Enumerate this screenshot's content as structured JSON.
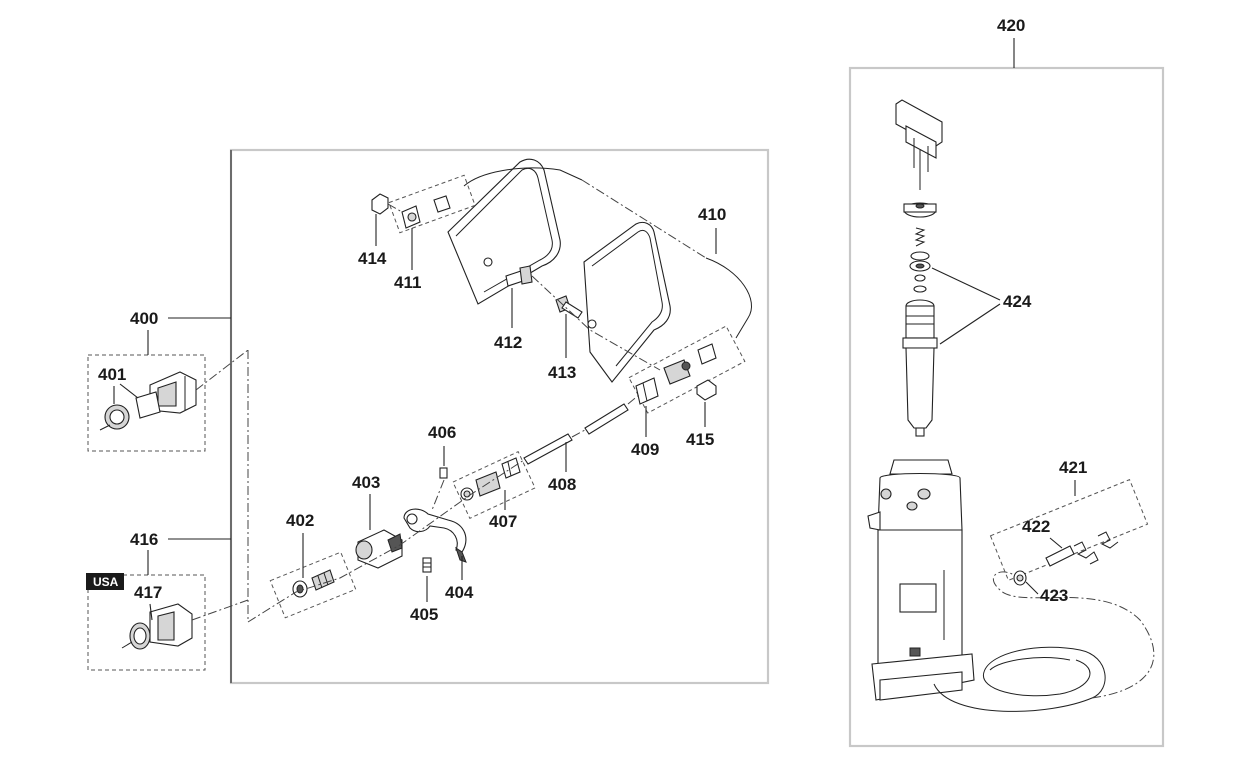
{
  "labels": {
    "l400": "400",
    "l401": "401",
    "l402": "402",
    "l403": "403",
    "l404": "404",
    "l405": "405",
    "l406": "406",
    "l407": "407",
    "l408": "408",
    "l409": "409",
    "l410": "410",
    "l411": "411",
    "l412": "412",
    "l413": "413",
    "l414": "414",
    "l415": "415",
    "l416": "416",
    "l417": "417",
    "l420": "420",
    "l421": "421",
    "l422": "422",
    "l423": "423",
    "l424": "424"
  },
  "badge": {
    "usa": "USA"
  }
}
